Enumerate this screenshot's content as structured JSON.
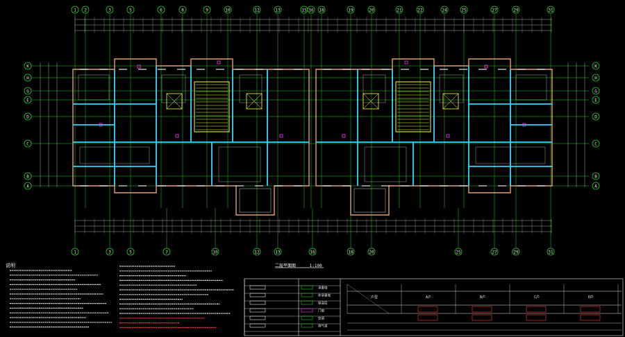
{
  "drawing": {
    "title": "二层平面图",
    "scale": "1:100",
    "notes_heading": "说明"
  },
  "axes_top": [
    "1",
    "2",
    "3",
    "5",
    "6",
    "8",
    "9",
    "10",
    "12",
    "13",
    "15",
    "16",
    "18",
    "19",
    "20",
    "21",
    "22",
    "24",
    "25",
    "27",
    "29",
    "31"
  ],
  "axes_bottom": [
    "1",
    "3",
    "5",
    "7",
    "10",
    "12",
    "13",
    "16",
    "18",
    "20",
    "25",
    "27",
    "29",
    "31"
  ],
  "axes_side": [
    "K",
    "H",
    "G",
    "E",
    "D",
    "C",
    "B",
    "A"
  ],
  "colors": {
    "grid": "#1fd11f",
    "wall": "#33d6ff",
    "wall_outline": "#e0a070",
    "stair": "#ffff33",
    "text": "#e8e8e8",
    "red": "#ff3b3b",
    "magenta": "#ff33ff",
    "dim": "#cfcfcf"
  },
  "legend": {
    "rows": [
      {
        "label": "承重墙"
      },
      {
        "label": "非承重墙"
      },
      {
        "label": "保温层"
      },
      {
        "label": "门窗"
      },
      {
        "label": "空调"
      },
      {
        "label": "排气道"
      }
    ],
    "table_headers": [
      "户型",
      "A户",
      "B户",
      "C户",
      "D户"
    ],
    "table_values": [
      [
        "",
        "",
        "",
        "",
        ""
      ],
      [
        "",
        "",
        "",
        "",
        ""
      ]
    ]
  }
}
